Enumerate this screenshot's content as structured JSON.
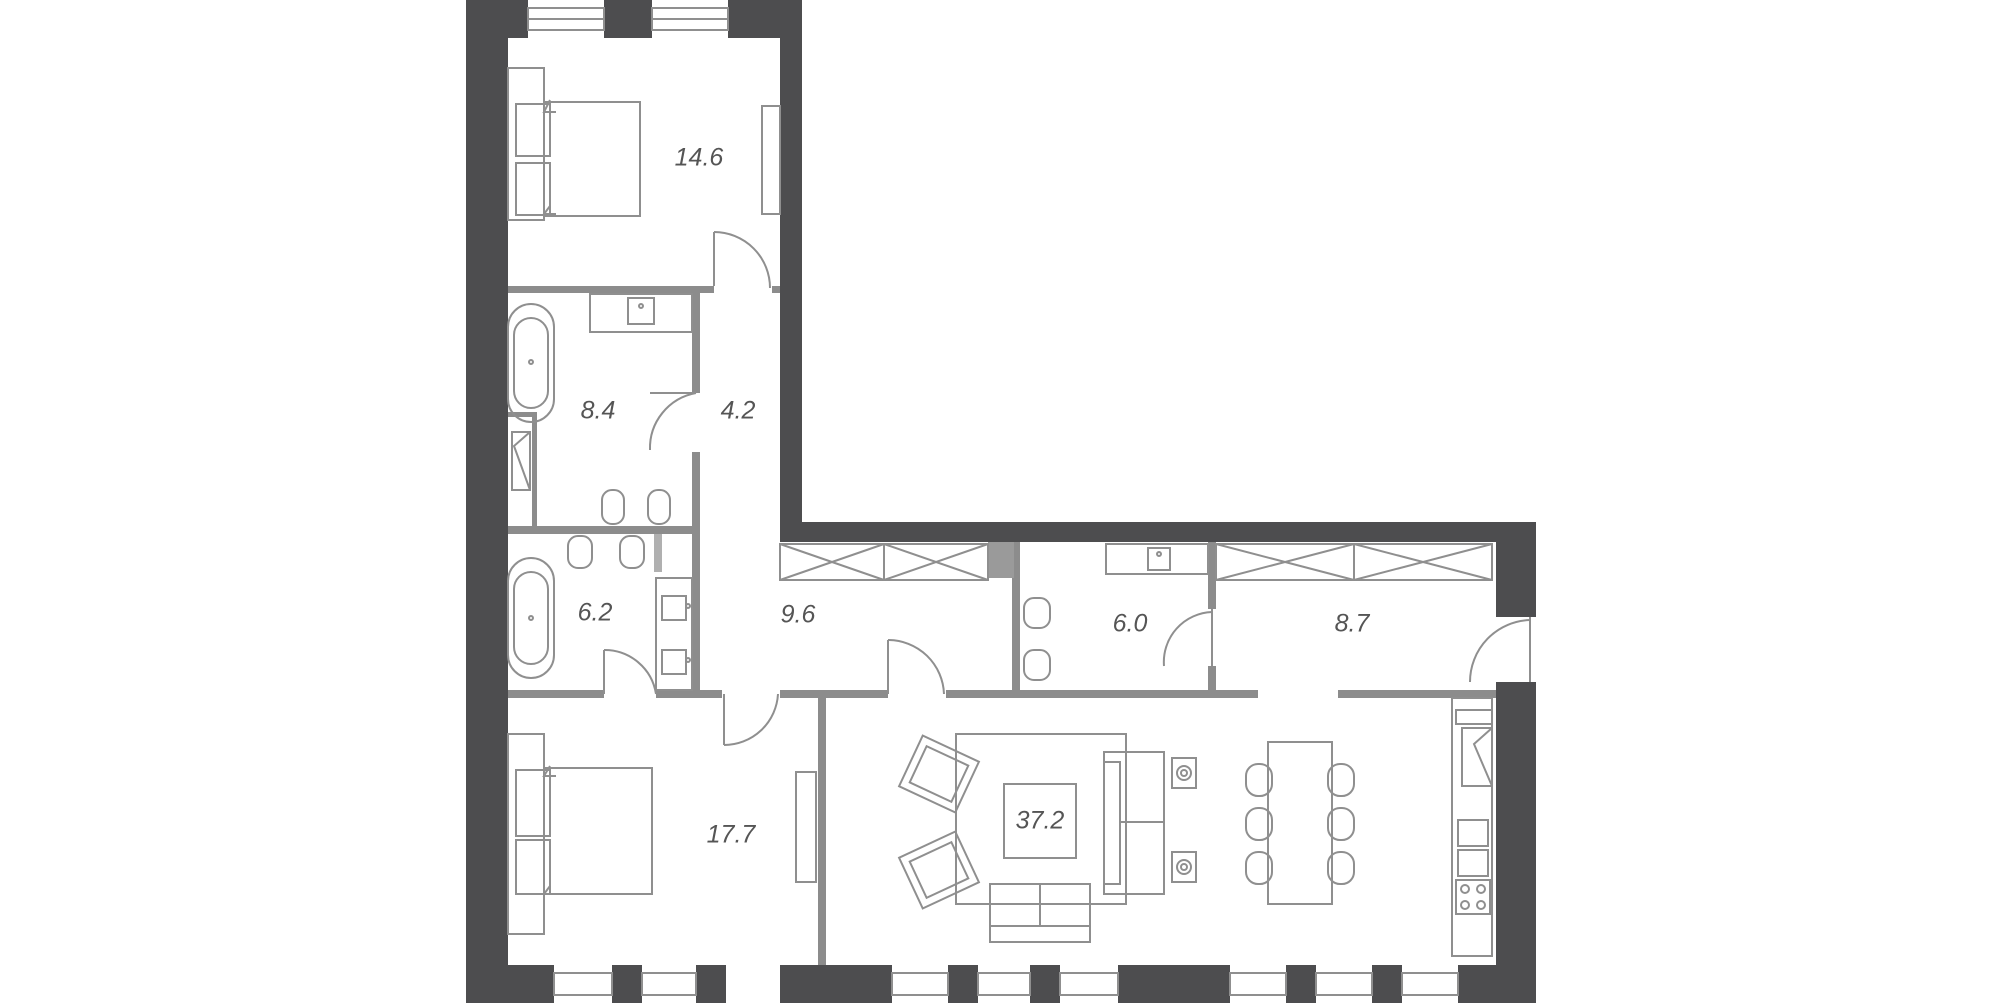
{
  "colors": {
    "wall": "#4d4d4f",
    "partition": "#8c8c8c",
    "furniture": "#8f8f8f",
    "label": "#555555",
    "background": "#ffffff"
  },
  "rooms": [
    {
      "id": "bedroom-north",
      "area": "14.6"
    },
    {
      "id": "bathroom-north",
      "area": "8.4"
    },
    {
      "id": "corridor-upper",
      "area": "4.2"
    },
    {
      "id": "bathroom-south",
      "area": "6.2"
    },
    {
      "id": "hallway",
      "area": "9.6"
    },
    {
      "id": "guest-wc",
      "area": "6.0"
    },
    {
      "id": "entrance",
      "area": "8.7"
    },
    {
      "id": "bedroom-south",
      "area": "17.7"
    },
    {
      "id": "living-kitchen",
      "area": "37.2"
    }
  ]
}
